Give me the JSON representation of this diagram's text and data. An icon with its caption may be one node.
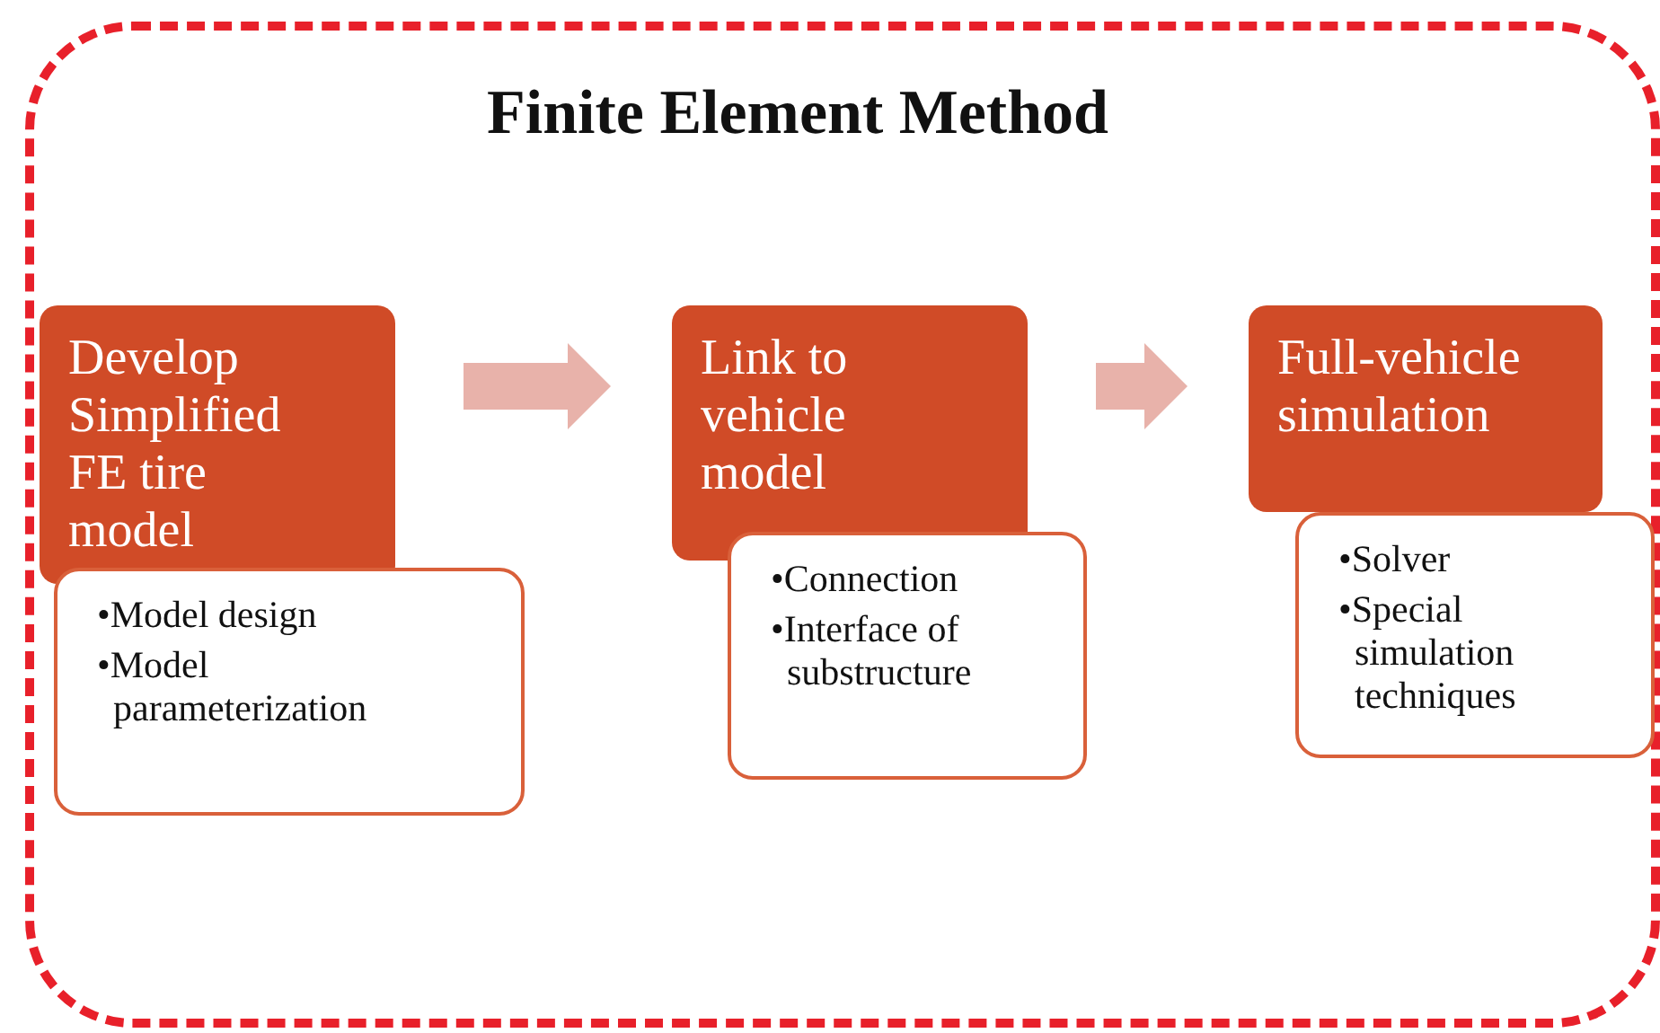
{
  "diagram": {
    "nodes": [
      {
        "text": [
          "Finite Element Method"
        ]
      },
      {
        "text": [
          "Develop Simplified FE tire model"
        ],
        "in": 0
      },
      {
        "text": [
          "•Model design",
          "•Model parameterization"
        ],
        "in": 0
      },
      {
        "text": [
          "Link to vehicle model"
        ],
        "in": 0
      },
      {
        "text": [
          "•Connection",
          "•Interface of substructure"
        ],
        "in": 0
      },
      {
        "text": [
          "Full-vehicle simulation"
        ],
        "in": 0
      },
      {
        "text": [
          "•Solver",
          "•Special simulation techniques"
        ],
        "in": 0
      }
    ],
    "edges": [
      {
        "from": 1,
        "to": 3,
        "arrow": "to"
      },
      {
        "from": 3,
        "to": 5,
        "arrow": "to"
      }
    ]
  }
}
